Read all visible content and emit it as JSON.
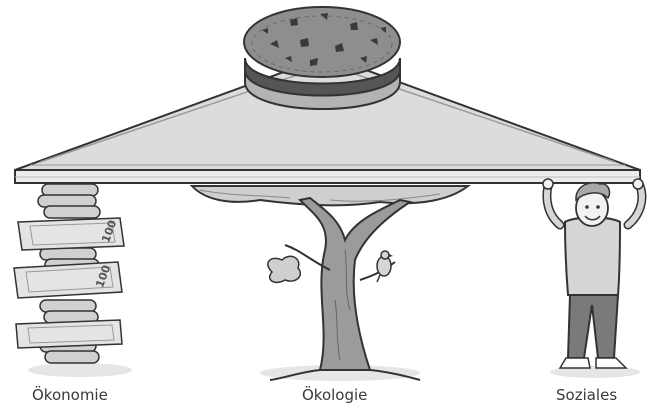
{
  "labels": {
    "economy": "Ökonomie",
    "ecology": "Ökologie",
    "social": "Soziales"
  },
  "banknote_value": "100",
  "colors": {
    "outline": "#333333",
    "roof": "#dcdcdc",
    "roof_edge": "#8a8a8a",
    "cake_top": "#8e8e8e",
    "cake_filling": "#555555",
    "cake_base": "#b3b3b3",
    "coin": "#d0d0d0",
    "banknote": "#e4e4e4",
    "tree_crown": "#cfcfcf",
    "trunk": "#9b9b9b",
    "shirt": "#d6d6d6",
    "pants": "#7a7a7a",
    "skin": "#f2f2f2",
    "hair": "#a8a8a8",
    "shadow": "#e6e6e6"
  }
}
